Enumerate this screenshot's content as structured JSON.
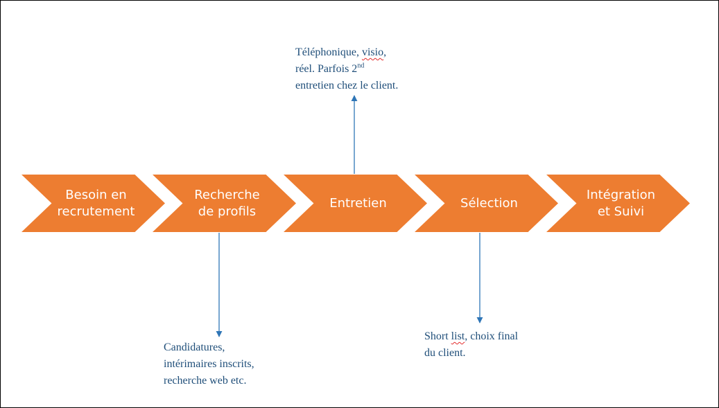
{
  "colors": {
    "chevron_fill": "#ed7d31",
    "chevron_text": "#ffffff",
    "note_text": "#1f4e79",
    "arrow": "#2e75b6",
    "spell_underline": "#e32b2b"
  },
  "steps": [
    {
      "label": "Besoin en\nrecrutement"
    },
    {
      "label": "Recherche\nde profils"
    },
    {
      "label": "Entretien"
    },
    {
      "label": "Sélection"
    },
    {
      "label": "Intégration\net Suivi"
    }
  ],
  "notes": {
    "entretien": {
      "line1_a": "Téléphonique, ",
      "line1_b": "visio",
      "line1_c": ",",
      "line2_a": "réel. Parfois 2",
      "line2_sup": "nd",
      "line3": "entretien chez le client."
    },
    "recherche": {
      "line1": "Candidatures,",
      "line2": "intérimaires inscrits,",
      "line3": "recherche web etc."
    },
    "selection": {
      "line1_a": "Short ",
      "line1_b": "list",
      "line1_c": ", choix final",
      "line2": "du client."
    }
  }
}
